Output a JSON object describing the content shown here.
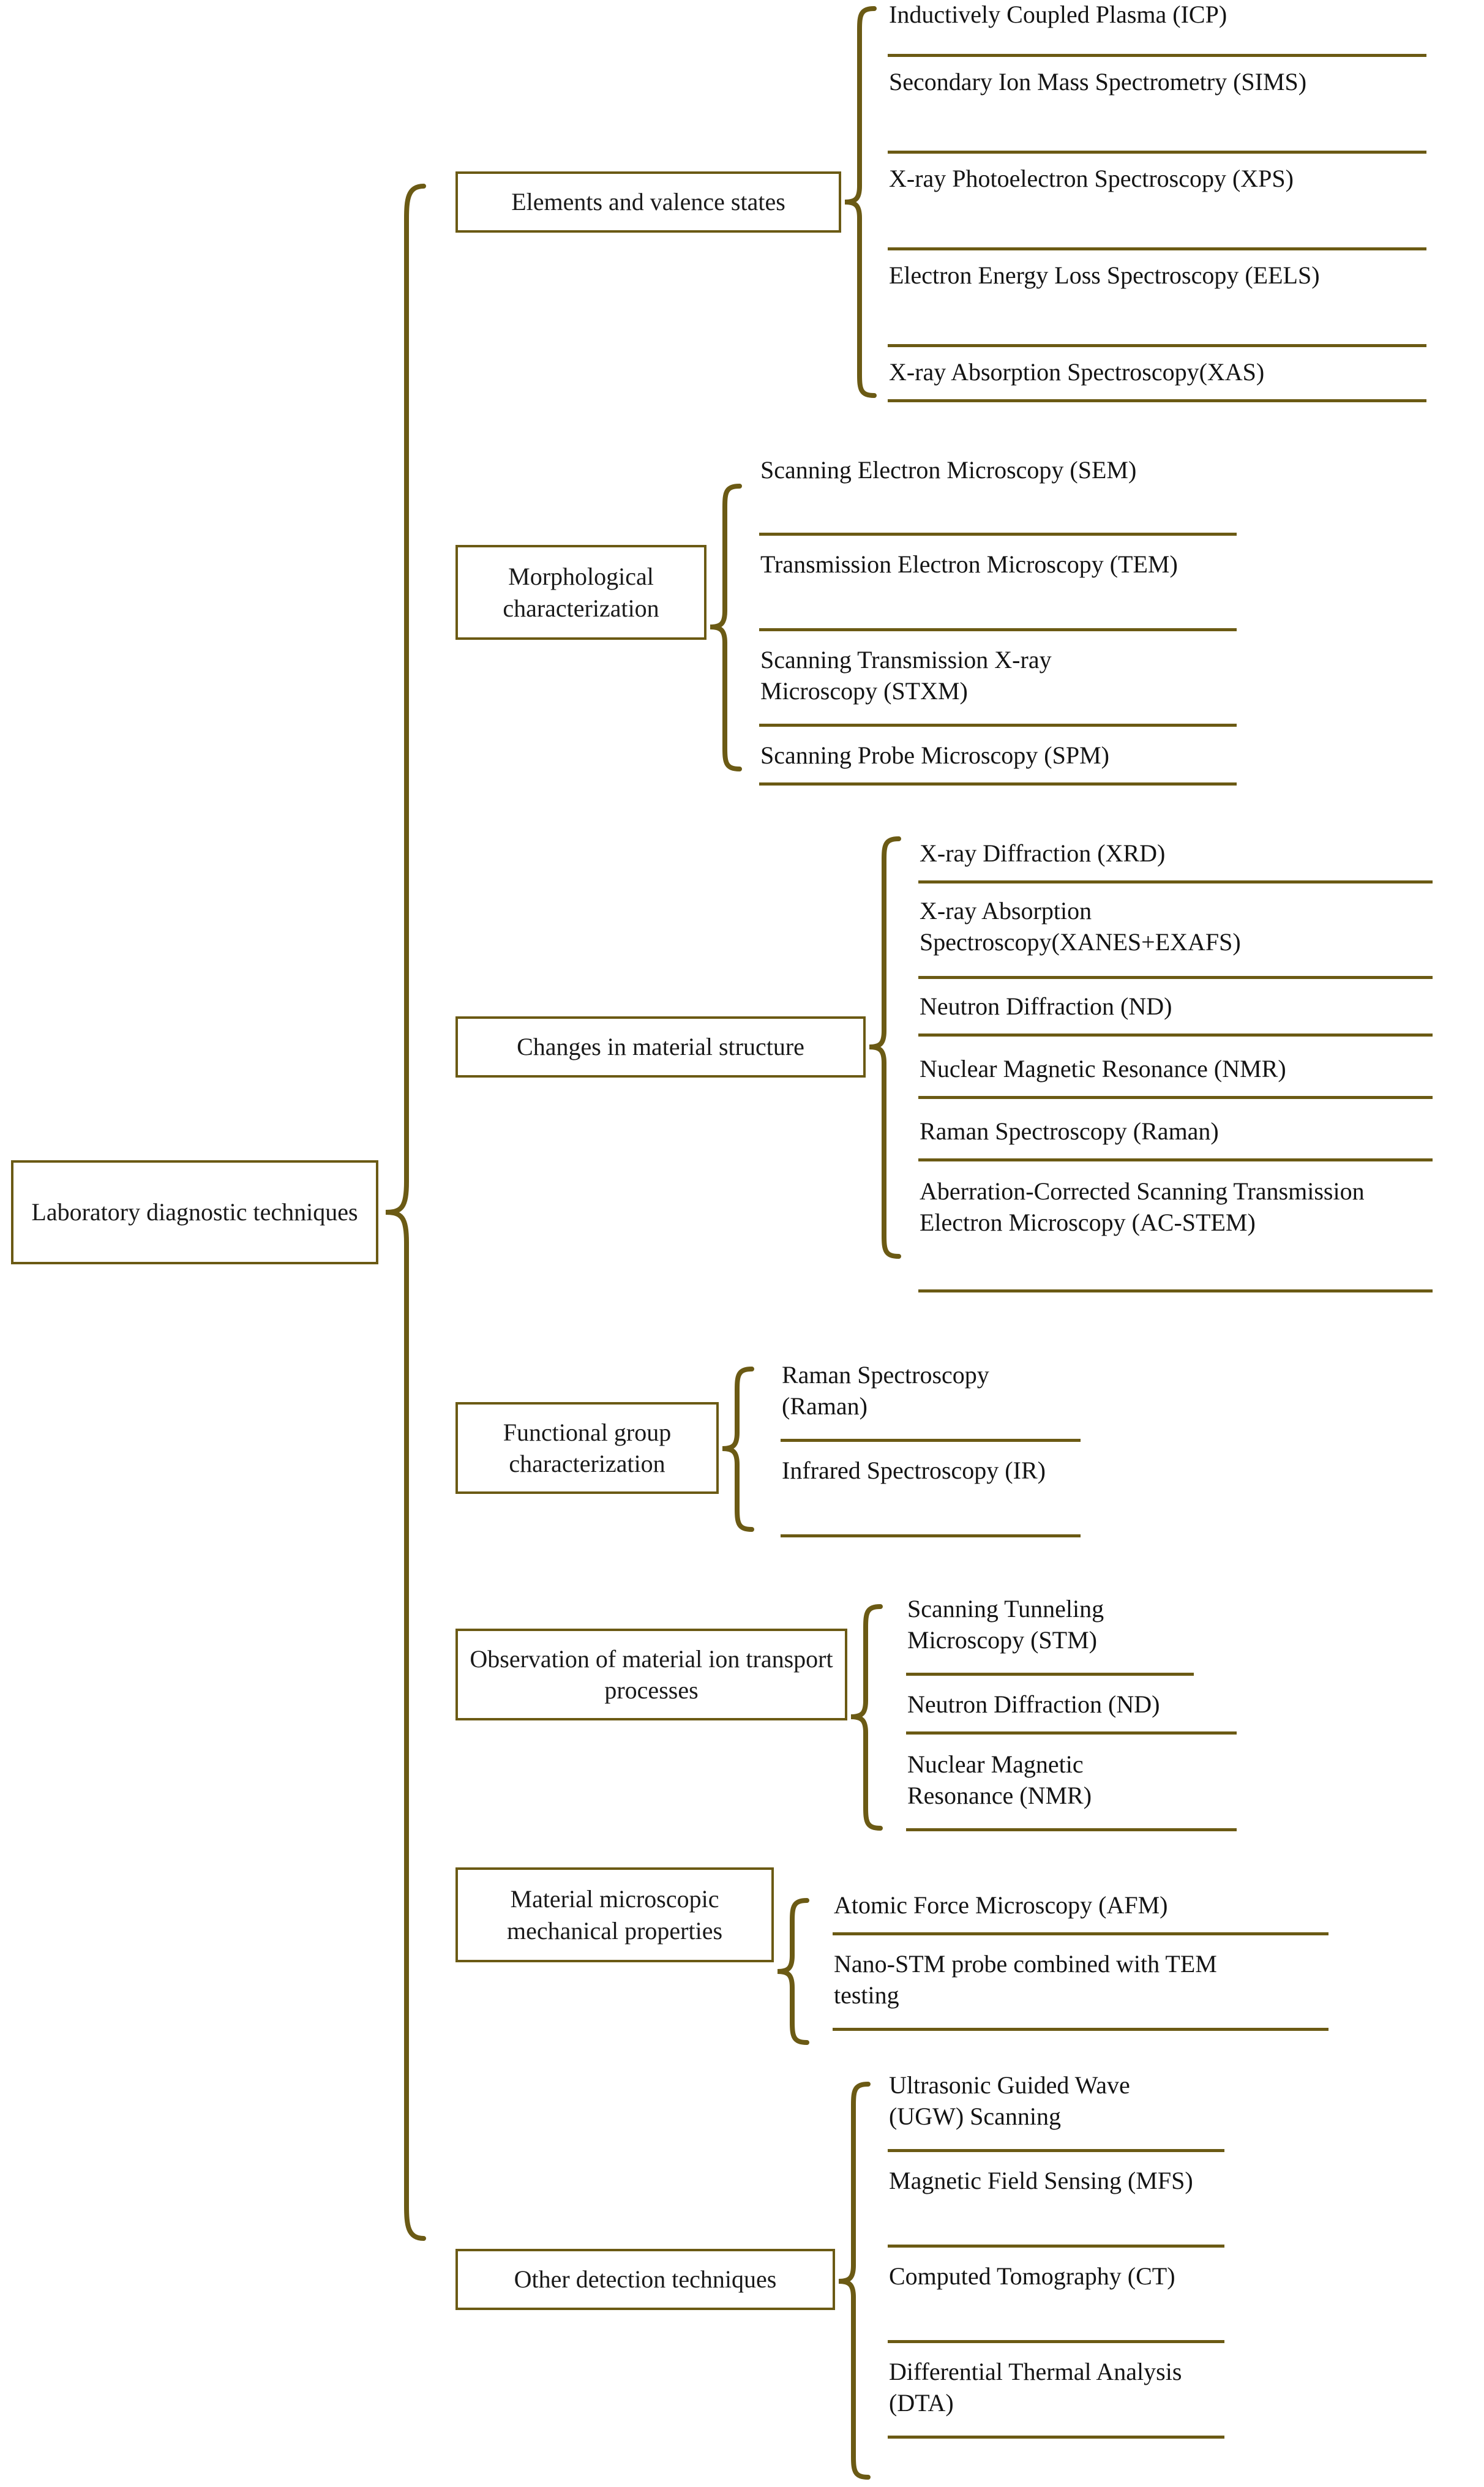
{
  "theme": {
    "line_color": "#6b5a14",
    "text_color": "#141414",
    "background": "#ffffff"
  },
  "root": {
    "label": "Laboratory diagnostic techniques"
  },
  "groups": [
    {
      "id": "elements-and-valence-states",
      "label": "Elements and valence states",
      "leaves": [
        "Inductively Coupled Plasma (ICP)",
        "Secondary Ion Mass Spectrometry (SIMS)",
        "X-ray Photoelectron Spectroscopy (XPS)",
        "Electron Energy Loss Spectroscopy (EELS)",
        "X-ray Absorption Spectroscopy(XAS)"
      ]
    },
    {
      "id": "morphological-characterization",
      "label": "Morphological characterization",
      "leaves": [
        "Scanning Electron Microscopy (SEM)",
        "Transmission Electron Microscopy (TEM)",
        "Scanning Transmission X-ray Microscopy (STXM)",
        "Scanning Probe Microscopy (SPM)"
      ]
    },
    {
      "id": "changes-in-material-structure",
      "label": "Changes in material structure",
      "leaves": [
        "X-ray Diffraction (XRD)",
        "X-ray Absorption Spectroscopy(XANES+EXAFS)",
        "Neutron Diffraction (ND)",
        "Nuclear Magnetic Resonance (NMR)",
        "Raman Spectroscopy (Raman)",
        "Aberration-Corrected Scanning Transmission Electron Microscopy (AC-STEM)"
      ]
    },
    {
      "id": "functional-group-characterization",
      "label": "Functional group characterization",
      "leaves": [
        "Raman Spectroscopy (Raman)",
        "Infrared Spectroscopy (IR)"
      ]
    },
    {
      "id": "observation-of-material-ion-transport-processes",
      "label": "Observation of material ion transport processes",
      "leaves": [
        "Scanning Tunneling Microscopy (STM)",
        "Neutron Diffraction (ND)",
        "Nuclear Magnetic Resonance (NMR)"
      ]
    },
    {
      "id": "material-microscopic-mechanical-properties",
      "label": "Material microscopic mechanical properties",
      "leaves": [
        "Atomic Force Microscopy (AFM)",
        "Nano-STM probe combined with TEM testing"
      ]
    },
    {
      "id": "other-detection-techniques",
      "label": "Other detection techniques",
      "leaves": [
        "Ultrasonic Guided Wave (UGW) Scanning",
        "Magnetic Field Sensing (MFS)",
        "Computed Tomography (CT)",
        "Differential Thermal Analysis (DTA)"
      ]
    }
  ]
}
